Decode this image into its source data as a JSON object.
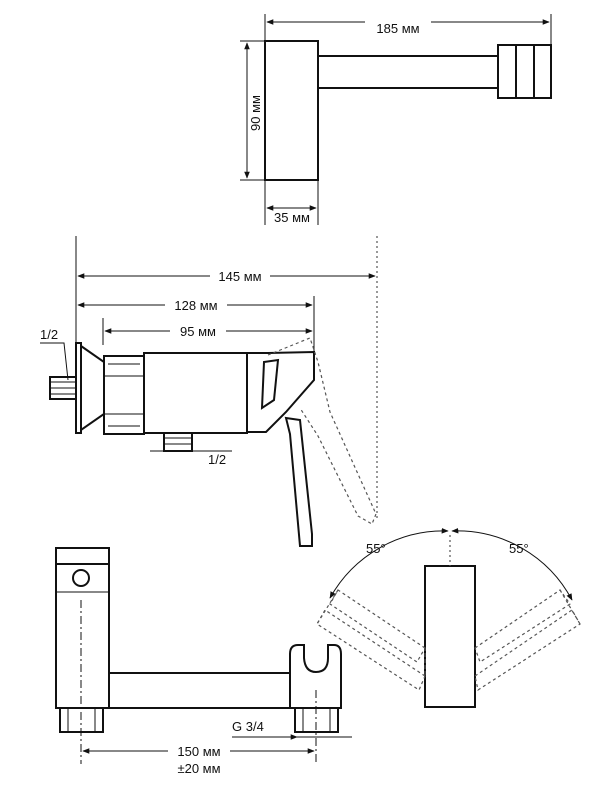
{
  "dimensions": {
    "top_length": "185 мм",
    "top_height": "90 мм",
    "top_depth": "35 мм",
    "overall_145": "145 мм",
    "overall_128": "128 мм",
    "body_95": "95 мм",
    "inlet_thread": "1/2",
    "outlet_thread": "1/2",
    "spread_150": "150 мм",
    "spread_tolerance": "±20 мм",
    "connection_thread": "G 3/4",
    "angle_left": "55°",
    "angle_right": "55°"
  }
}
